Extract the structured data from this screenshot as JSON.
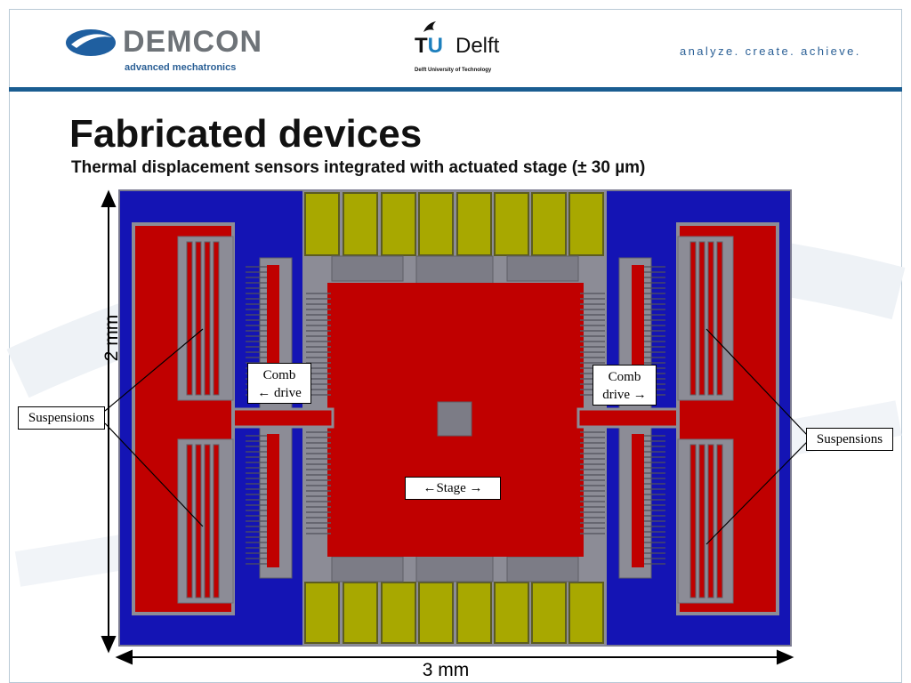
{
  "header": {
    "demcon_name": "DEMCON",
    "demcon_tagline": "advanced mechatronics",
    "tudelft_name": "Delft",
    "tudelft_t": "T",
    "tudelft_u": "U",
    "tudelft_sub": "Delft University of Technology",
    "slogan": "analyze. create. achieve."
  },
  "slide": {
    "title": "Fabricated devices",
    "subtitle": "Thermal displacement sensors integrated with actuated stage (± 30 µm)"
  },
  "figure": {
    "labels": {
      "comb_left_line1": "Comb",
      "comb_left_line2": "← drive",
      "comb_right_line1": "Comb",
      "comb_right_line2": "drive →",
      "stage": "←Stage →",
      "suspensions_left": "Suspensions",
      "suspensions_right": "Suspensions"
    },
    "dimensions": {
      "height": "2 mm",
      "width": "3 mm"
    },
    "colors": {
      "substrate": "#1414b4",
      "stage": "#c00000",
      "silicon": "#8c8c96",
      "pad": "#a8a800",
      "accent": "#1a5d91"
    }
  }
}
